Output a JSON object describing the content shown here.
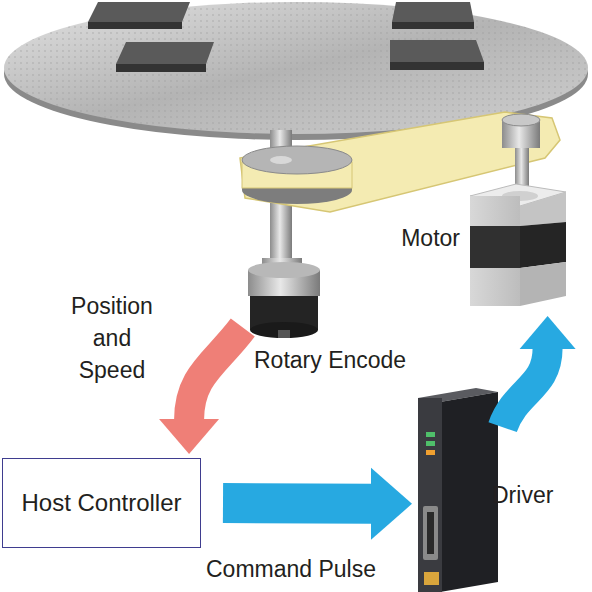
{
  "diagram": {
    "nodes": [
      {
        "text": [
          "Motor"
        ]
      },
      {
        "text": [
          "Rotary Encode"
        ]
      },
      {
        "text": [
          "Host Controller"
        ]
      },
      {
        "text": [
          "Driver"
        ]
      }
    ],
    "edges": [
      {
        "from": 1,
        "to": 2,
        "label": "Position and Speed",
        "arrow": "to"
      },
      {
        "from": 2,
        "to": 3,
        "label": "Command Pulse",
        "arrow": "to"
      },
      {
        "from": 3,
        "to": 0,
        "arrow": "to"
      }
    ]
  }
}
